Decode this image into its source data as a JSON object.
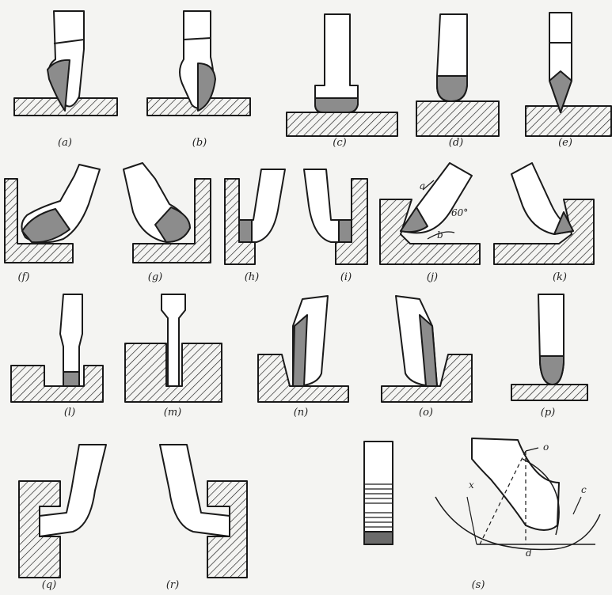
{
  "captions": {
    "a": "(a)",
    "b": "(b)",
    "c": "(c)",
    "d": "(d)",
    "e": "(e)",
    "f": "(f)",
    "g": "(g)",
    "h": "(h)",
    "i": "(i)",
    "j": "(j)",
    "k": "(k)",
    "l": "(l)",
    "m": "(m)",
    "n": "(n)",
    "o": "(o)",
    "p": "(p)",
    "q": "(q)",
    "r": "(r)",
    "s": "(s)"
  },
  "labels": {
    "j_a": "a",
    "j_b": "b",
    "j_angle": "60°",
    "s_o": "o",
    "s_x": "x",
    "s_c": "c",
    "s_d": "d"
  },
  "colors": {
    "ink": "#1a1a1a",
    "tool_fill": "#ffffff",
    "cutting_edge_shading": "#8c8c8c",
    "background": "#f4f4f2"
  }
}
